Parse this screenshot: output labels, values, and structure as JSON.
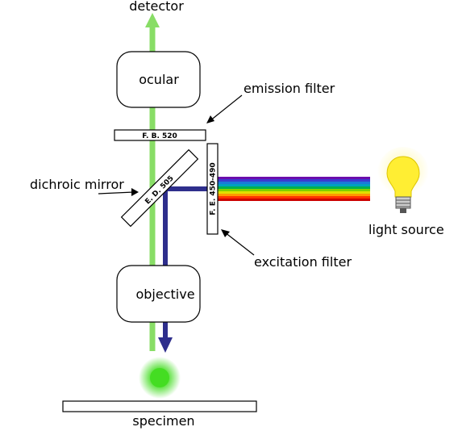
{
  "labels": {
    "detector": "detector",
    "ocular": "ocular",
    "emission_filter": "emission filter",
    "barrier_filter": "F. B. 520",
    "dichroic_mirror": "dichroic mirror",
    "dichroic_code": "E. D. 505",
    "excitation_code": "F. E. 450-490",
    "light_source": "light source",
    "excitation_filter": "excitation filter",
    "objective": "objective",
    "specimen": "specimen"
  },
  "colors": {
    "emission_light": "#88dd66",
    "excitation_light": "#2e2e8c",
    "fluorescence": "#44dd22",
    "bulb": "#ffee33",
    "spectrum": [
      "#6a0dad",
      "#3a3ad0",
      "#1a7ad8",
      "#00a0c0",
      "#00b050",
      "#7fd000",
      "#e0e000",
      "#ff9900",
      "#ff3300",
      "#cc0000"
    ]
  }
}
